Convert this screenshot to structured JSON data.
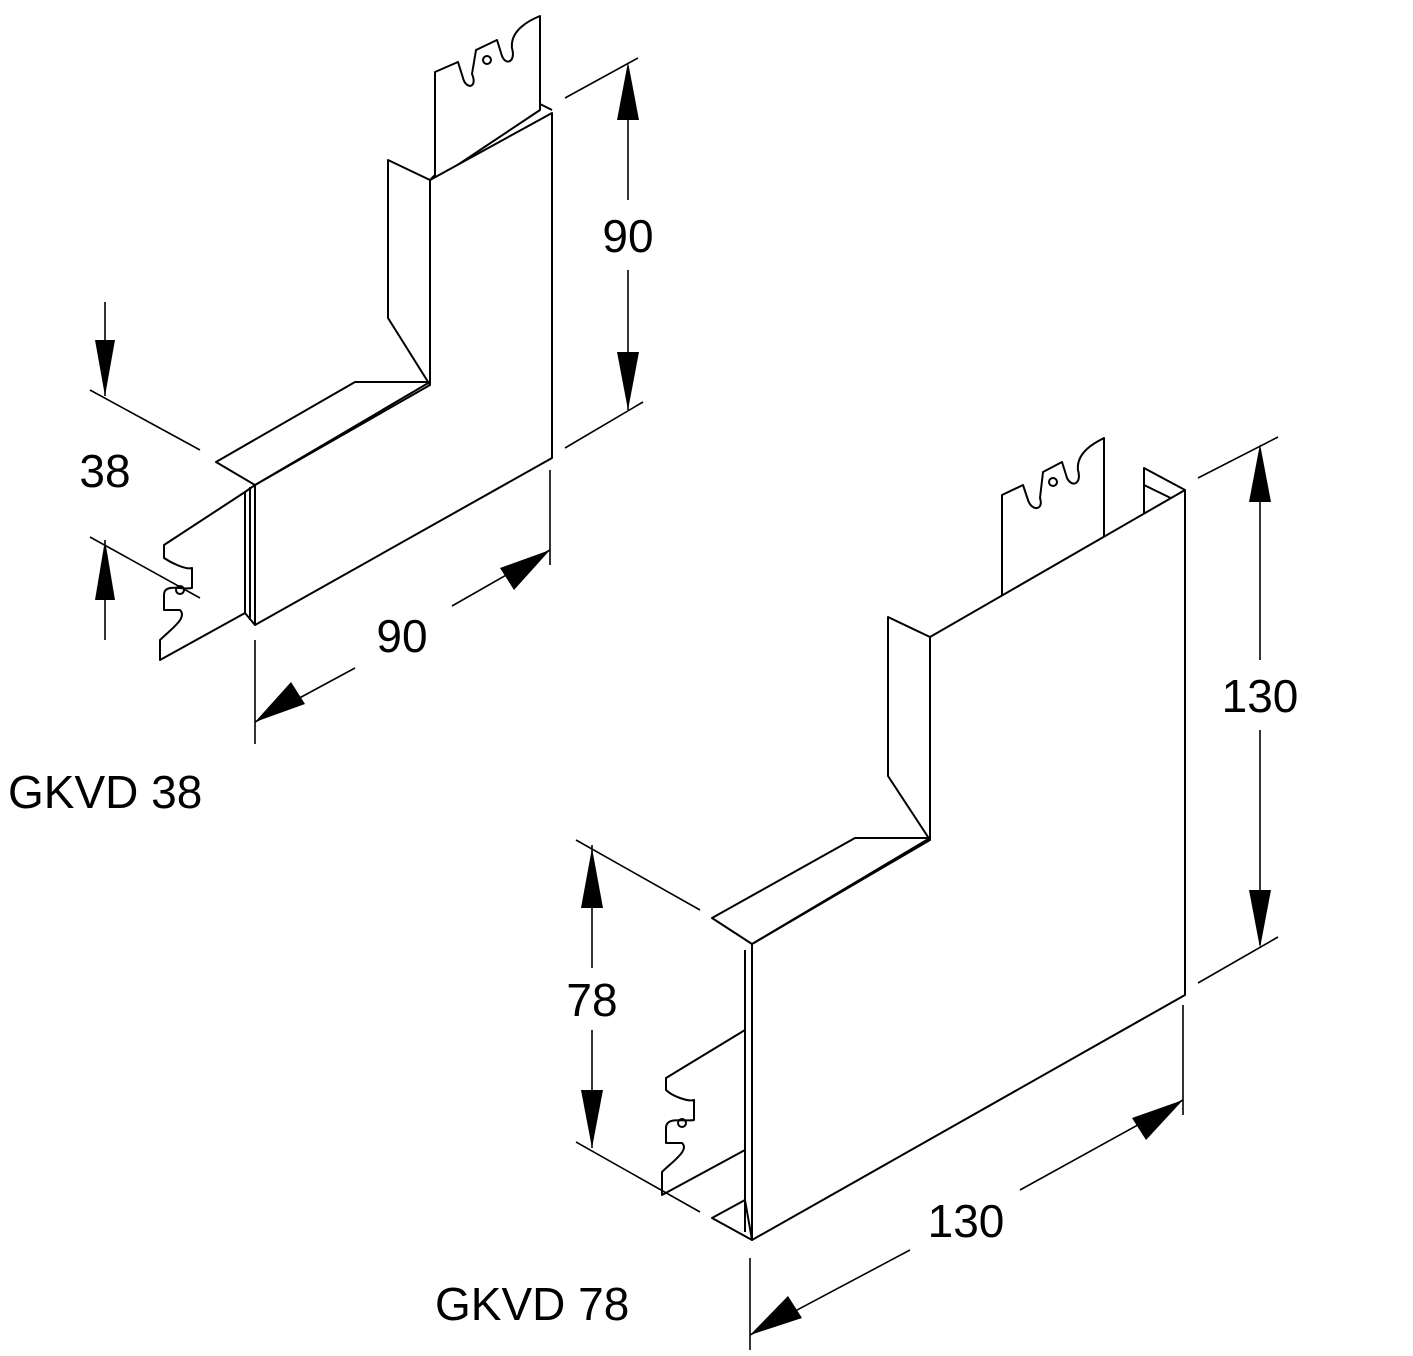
{
  "parts": [
    {
      "name": "GKVD 38",
      "dimensions": {
        "depth": "38",
        "width": "90",
        "height": "90"
      }
    },
    {
      "name": "GKVD 78",
      "dimensions": {
        "depth": "78",
        "width": "130",
        "height": "130"
      }
    }
  ]
}
